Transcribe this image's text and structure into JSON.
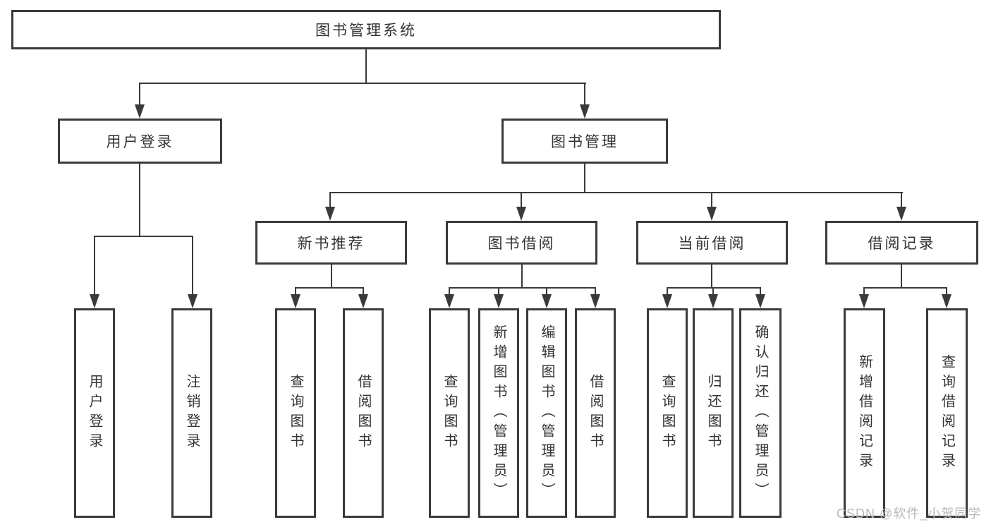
{
  "tree": {
    "root": {
      "label": "图书管理系统",
      "children": [
        {
          "label": "用户登录",
          "children": [
            {
              "label": "用户登录"
            },
            {
              "label": "注销登录"
            }
          ]
        },
        {
          "label": "图书管理",
          "children": [
            {
              "label": "新书推荐",
              "children": [
                {
                  "label": "查询图书"
                },
                {
                  "label": "借阅图书"
                }
              ]
            },
            {
              "label": "图书借阅",
              "children": [
                {
                  "label": "查询图书"
                },
                {
                  "label": "新增图书（管理员）"
                },
                {
                  "label": "编辑图书（管理员）"
                },
                {
                  "label": "借阅图书"
                }
              ]
            },
            {
              "label": "当前借阅",
              "children": [
                {
                  "label": "查询图书"
                },
                {
                  "label": "归还图书"
                },
                {
                  "label": "确认归还（管理员）"
                }
              ]
            },
            {
              "label": "借阅记录",
              "children": [
                {
                  "label": "新增借阅记录"
                },
                {
                  "label": "查询借阅记录"
                }
              ]
            }
          ]
        }
      ]
    }
  },
  "watermark": {
    "text": "CSDN @软件_小贺同学"
  },
  "colors": {
    "line": "#3a3a3a",
    "text": "#333333",
    "watermark": "#b9b9b9",
    "background": "#ffffff"
  }
}
